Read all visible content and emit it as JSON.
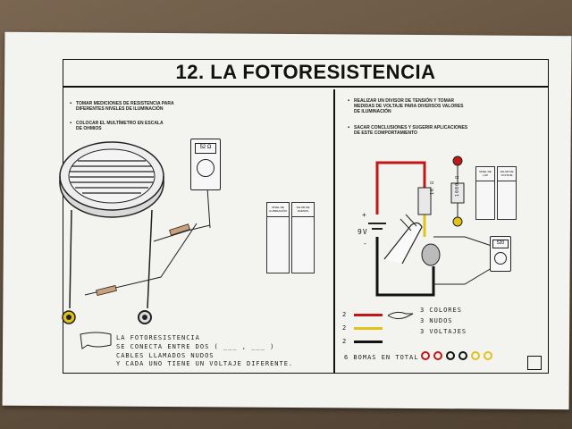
{
  "title": "12. LA FOTORESISTENCIA",
  "left_notes": [
    "TOMAR MEDICIONES DE RESISTENCIA PARA DIFERENTES NIVELES DE ILUMINACIÓN",
    "COLOCAR EL MULTÍMETRO EN ESCALA DE OHMIOS"
  ],
  "right_notes": [
    "REALIZAR UN DIVISOR DE TENSIÓN Y TOMAR MEDIDAS DE VOLTAJE PARA DIVERSOS VALORES DE ILUMINACIÓN",
    "SACAR CONCLUSIONES Y SUGERIR APLICACIONES DE ESTE COMPORTAMIENTO"
  ],
  "left_meter_display": "52 Ω",
  "right_meter_display": "520",
  "left_table_headers": [
    "NIVEL DE ILUMINACIÓN",
    "VALOR DE OHMIOS"
  ],
  "right_table_headers": [
    "NIVEL DE LUZ",
    "VALOR DE VOLTAJE"
  ],
  "resistor_labels": [
    "1K Ω",
    "1000 Ω"
  ],
  "battery_label": "9V",
  "plus_sign": "+",
  "minus_sign": "-",
  "bubble_lines": [
    "LA FOTORESISTENCIA",
    "SE CONECTA ENTRE DOS ( ___ , ___ )",
    "CABLES LLAMADOS NUDOS",
    "Y CADA UNO TIENE UN VOLTAJE DIFERENTE."
  ],
  "wire_count_labels": [
    "2",
    "2",
    "2"
  ],
  "bubble_right_lines": [
    "3  COLORES",
    "3  NUDOS",
    "3  VOLTAJES"
  ],
  "total_label": "6  BOMAS EN TOTAL"
}
